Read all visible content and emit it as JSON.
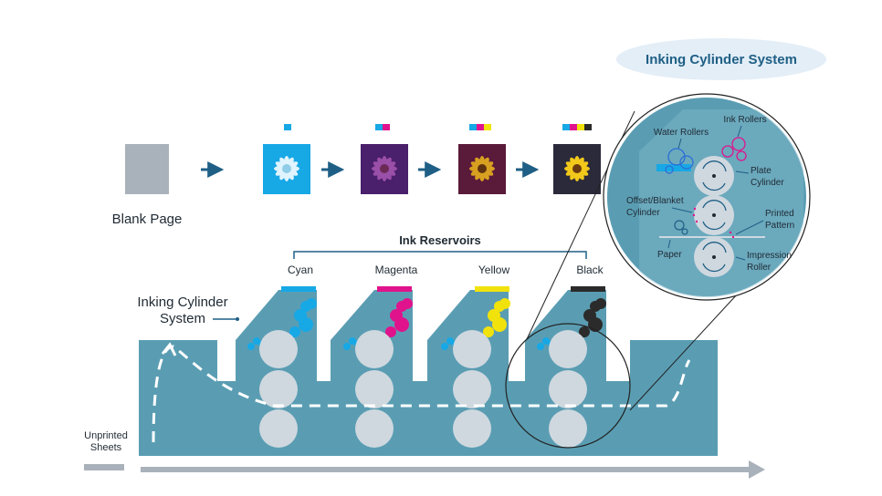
{
  "header": {
    "title": "Inking Cylinder System"
  },
  "process": {
    "blank_label": "Blank Page"
  },
  "reservoirs": {
    "title": "Ink Reservoirs",
    "units": [
      {
        "name": "Cyan",
        "color": "#17a8e6"
      },
      {
        "name": "Magenta",
        "color": "#e0138c"
      },
      {
        "name": "Yellow",
        "color": "#f2e20c"
      },
      {
        "name": "Black",
        "color": "#2b2b2b"
      }
    ]
  },
  "labels": {
    "inking_system": [
      "Inking Cylinder",
      "System"
    ],
    "unprinted": [
      "Unprinted",
      "Sheets"
    ]
  },
  "detail": {
    "water_rollers": "Water Rollers",
    "ink_rollers": "Ink Rollers",
    "plate_cylinder": [
      "Plate",
      "Cylinder"
    ],
    "offset_cylinder": [
      "Offset/Blanket",
      "Cylinder"
    ],
    "printed_pattern": [
      "Printed",
      "Pattern"
    ],
    "paper": "Paper",
    "impression_roller": [
      "Impression",
      "Roller"
    ]
  },
  "colors": {
    "machine": "#5a9db3",
    "roller": "#cfd8df",
    "arrow": "#1f5f85",
    "header_bg": "#e3eef7",
    "paper_gray": "#a9b2ba"
  }
}
